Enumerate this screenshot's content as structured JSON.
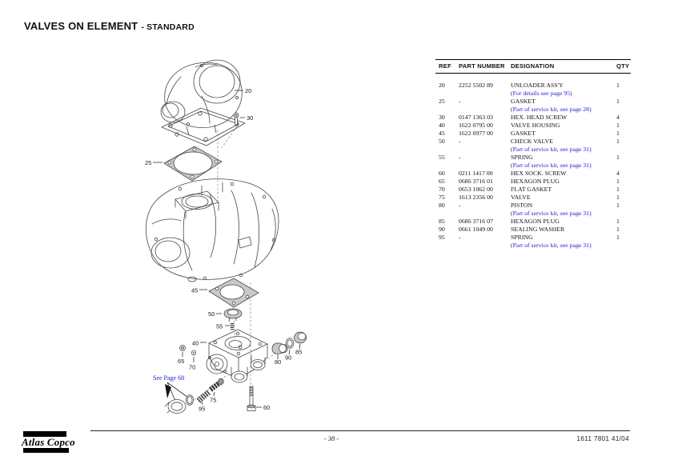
{
  "page": {
    "title": "VALVES ON ELEMENT",
    "subtitle": "- STANDARD"
  },
  "table": {
    "headers": {
      "ref": "REF",
      "part_number": "PART NUMBER",
      "designation": "DESIGNATION",
      "qty": "QTY"
    },
    "rows": [
      {
        "ref": "20",
        "part_number": "2252 5502 89",
        "designation": "UNLOADER ASS'Y",
        "qty": "1",
        "note": "(For details see page 95)"
      },
      {
        "ref": "25",
        "part_number": "-",
        "designation": "GASKET",
        "qty": "1",
        "note": "(Part of service kit, see page 28)"
      },
      {
        "ref": "30",
        "part_number": "0147 1363 03",
        "designation": "HEX. HEAD SCREW",
        "qty": "4"
      },
      {
        "ref": "40",
        "part_number": "1622 0795 00",
        "designation": "VALVE HOUSING",
        "qty": "1"
      },
      {
        "ref": "45",
        "part_number": "1622 0977 00",
        "designation": "GASKET",
        "qty": "1"
      },
      {
        "ref": "50",
        "part_number": "-",
        "designation": "CHECK VALVE",
        "qty": "1",
        "note": "(Part of service kit, see page 31)"
      },
      {
        "ref": "55",
        "part_number": "-",
        "designation": "SPRING",
        "qty": "1",
        "note": "(Part of service kit, see page 31)"
      },
      {
        "ref": "60",
        "part_number": "0211 1417 00",
        "designation": "HEX SOCK. SCREW",
        "qty": "4"
      },
      {
        "ref": "65",
        "part_number": "0686 3716 01",
        "designation": "HEXAGON PLUG",
        "qty": "1"
      },
      {
        "ref": "70",
        "part_number": "0653 1062 00",
        "designation": "FLAT GASKET",
        "qty": "1"
      },
      {
        "ref": "75",
        "part_number": "1613 2356 00",
        "designation": "VALVE",
        "qty": "1"
      },
      {
        "ref": "80",
        "part_number": "-",
        "designation": "PISTON",
        "qty": "1",
        "note": "(Part of service kit, see page 31)"
      },
      {
        "ref": "85",
        "part_number": "0686 3716 07",
        "designation": "HEXAGON PLUG",
        "qty": "1"
      },
      {
        "ref": "90",
        "part_number": "0661 1049 00",
        "designation": "SEALING WASHER",
        "qty": "1"
      },
      {
        "ref": "95",
        "part_number": "-",
        "designation": "SPRING",
        "qty": "1",
        "note": "(Part of service kit, see page 31)"
      }
    ]
  },
  "diagram": {
    "see_page_note": "See Page 68",
    "callouts": [
      "20",
      "30",
      "25",
      "45",
      "50",
      "55",
      "40",
      "65",
      "70",
      "80",
      "90",
      "85",
      "95",
      "75",
      "60"
    ]
  },
  "footer": {
    "logo_text": "Atlas Copco",
    "page_number": "- 38 -",
    "doc_number": "1611 7801 41/04"
  },
  "colors": {
    "note_blue": "#2222cc",
    "drawing_line": "#474747",
    "gasket_fill": "#c9c9c9"
  }
}
